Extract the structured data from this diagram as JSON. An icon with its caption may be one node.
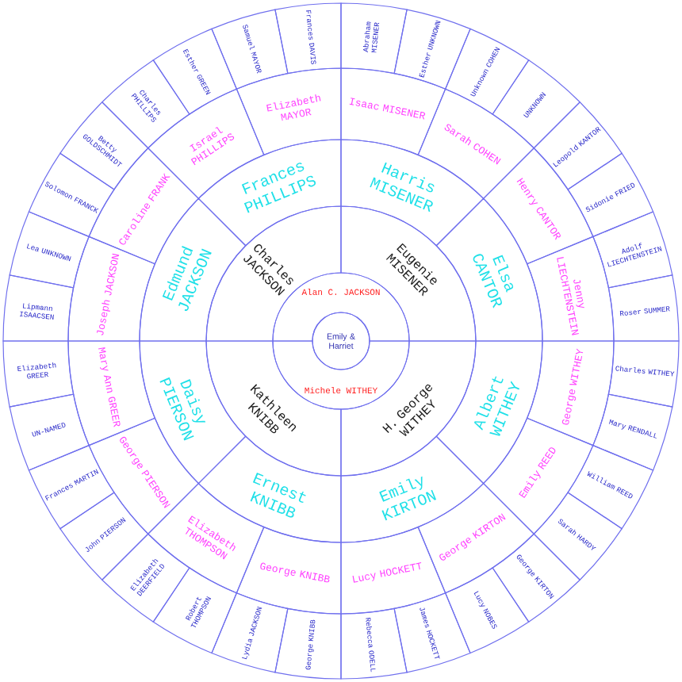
{
  "diagram": {
    "nodes": [
      {
        "text": [
          "Emily & Harriet"
        ]
      },
      {
        "text": [
          "Alan C. JACKSON"
        ]
      },
      {
        "text": [
          "Michele WITHEY"
        ]
      },
      {
        "text": [
          "Charles JACKSON"
        ]
      },
      {
        "text": [
          "Eugenie MISENER"
        ]
      },
      {
        "text": [
          "H. George WITHEY"
        ]
      },
      {
        "text": [
          "Kathleen KNIBB"
        ]
      },
      {
        "text": [
          "Edmund JACKSON"
        ]
      },
      {
        "text": [
          "Frances PHILLIPS"
        ]
      },
      {
        "text": [
          "Harris MISENER"
        ]
      },
      {
        "text": [
          "Elsa CANTOR"
        ]
      },
      {
        "text": [
          "Albert WITHEY"
        ]
      },
      {
        "text": [
          "Emily KIRTON"
        ]
      },
      {
        "text": [
          "Ernest KNIBB"
        ]
      },
      {
        "text": [
          "Daisy PIERSON"
        ]
      },
      {
        "text": [
          "Joseph JACKSON"
        ]
      },
      {
        "text": [
          "Caroline FRANK"
        ]
      },
      {
        "text": [
          "Israel PHILLIPS"
        ]
      },
      {
        "text": [
          "Elizabeth MAYOR"
        ]
      },
      {
        "text": [
          "Isaac MISENER"
        ]
      },
      {
        "text": [
          "Sarah COHEN"
        ]
      },
      {
        "text": [
          "Henry CANTOR"
        ]
      },
      {
        "text": [
          "Jenny LIECHTENSTEIN"
        ]
      },
      {
        "text": [
          "George WITHEY"
        ]
      },
      {
        "text": [
          "Emily REED"
        ]
      },
      {
        "text": [
          "George KIRTON"
        ]
      },
      {
        "text": [
          "Lucy HOCKETT"
        ]
      },
      {
        "text": [
          "George KNIBB"
        ]
      },
      {
        "text": [
          "Elizabeth THOMPSON"
        ]
      },
      {
        "text": [
          "George PIERSON"
        ]
      },
      {
        "text": [
          "Mary Ann GREER"
        ]
      },
      {
        "text": [
          "Lipmann ISAACSEN"
        ]
      },
      {
        "text": [
          "Lea UNKNOWN"
        ]
      },
      {
        "text": [
          "Solomon FRANCK"
        ]
      },
      {
        "text": [
          "Betty GOLDSCHMIDT"
        ]
      },
      {
        "text": [
          "Charles PHILLIPS"
        ]
      },
      {
        "text": [
          "Esther GREEN"
        ]
      },
      {
        "text": [
          "Samuel MAYOR"
        ]
      },
      {
        "text": [
          "Frances DAVIS"
        ]
      },
      {
        "text": [
          "Abraham MISENER"
        ]
      },
      {
        "text": [
          "Esther UNKNOWN"
        ]
      },
      {
        "text": [
          "Unknown COHEN"
        ]
      },
      {
        "text": [
          "UNKNOWN"
        ]
      },
      {
        "text": [
          "Leopold KANTOR"
        ]
      },
      {
        "text": [
          "Sidonie FRIED"
        ]
      },
      {
        "text": [
          "Adolf LIECHTENSTEIN"
        ]
      },
      {
        "text": [
          "Roser SUMMER"
        ]
      },
      {
        "text": [
          "Charles WITHEY"
        ]
      },
      {
        "text": [
          "Mary RENDALL"
        ]
      },
      {
        "text": [
          "William REED"
        ]
      },
      {
        "text": [
          "Sarah HARDY"
        ]
      },
      {
        "text": [
          "George KIRTON"
        ]
      },
      {
        "text": [
          "Lucy NOBES"
        ]
      },
      {
        "text": [
          "James HOCKETT"
        ]
      },
      {
        "text": [
          "Rebecca ODELL"
        ]
      },
      {
        "text": [
          "George KNIBB"
        ]
      },
      {
        "text": [
          "Lydia JACKSON"
        ]
      },
      {
        "text": [
          "Robert THOMPSON"
        ]
      },
      {
        "text": [
          "Elizabeth DEERFIELD"
        ]
      },
      {
        "text": [
          "John PIERSON"
        ]
      },
      {
        "text": [
          "Frances MARTIN"
        ]
      },
      {
        "text": [
          "UN-NAMED"
        ]
      },
      {
        "text": [
          "Elizabeth GREER"
        ]
      }
    ]
  }
}
